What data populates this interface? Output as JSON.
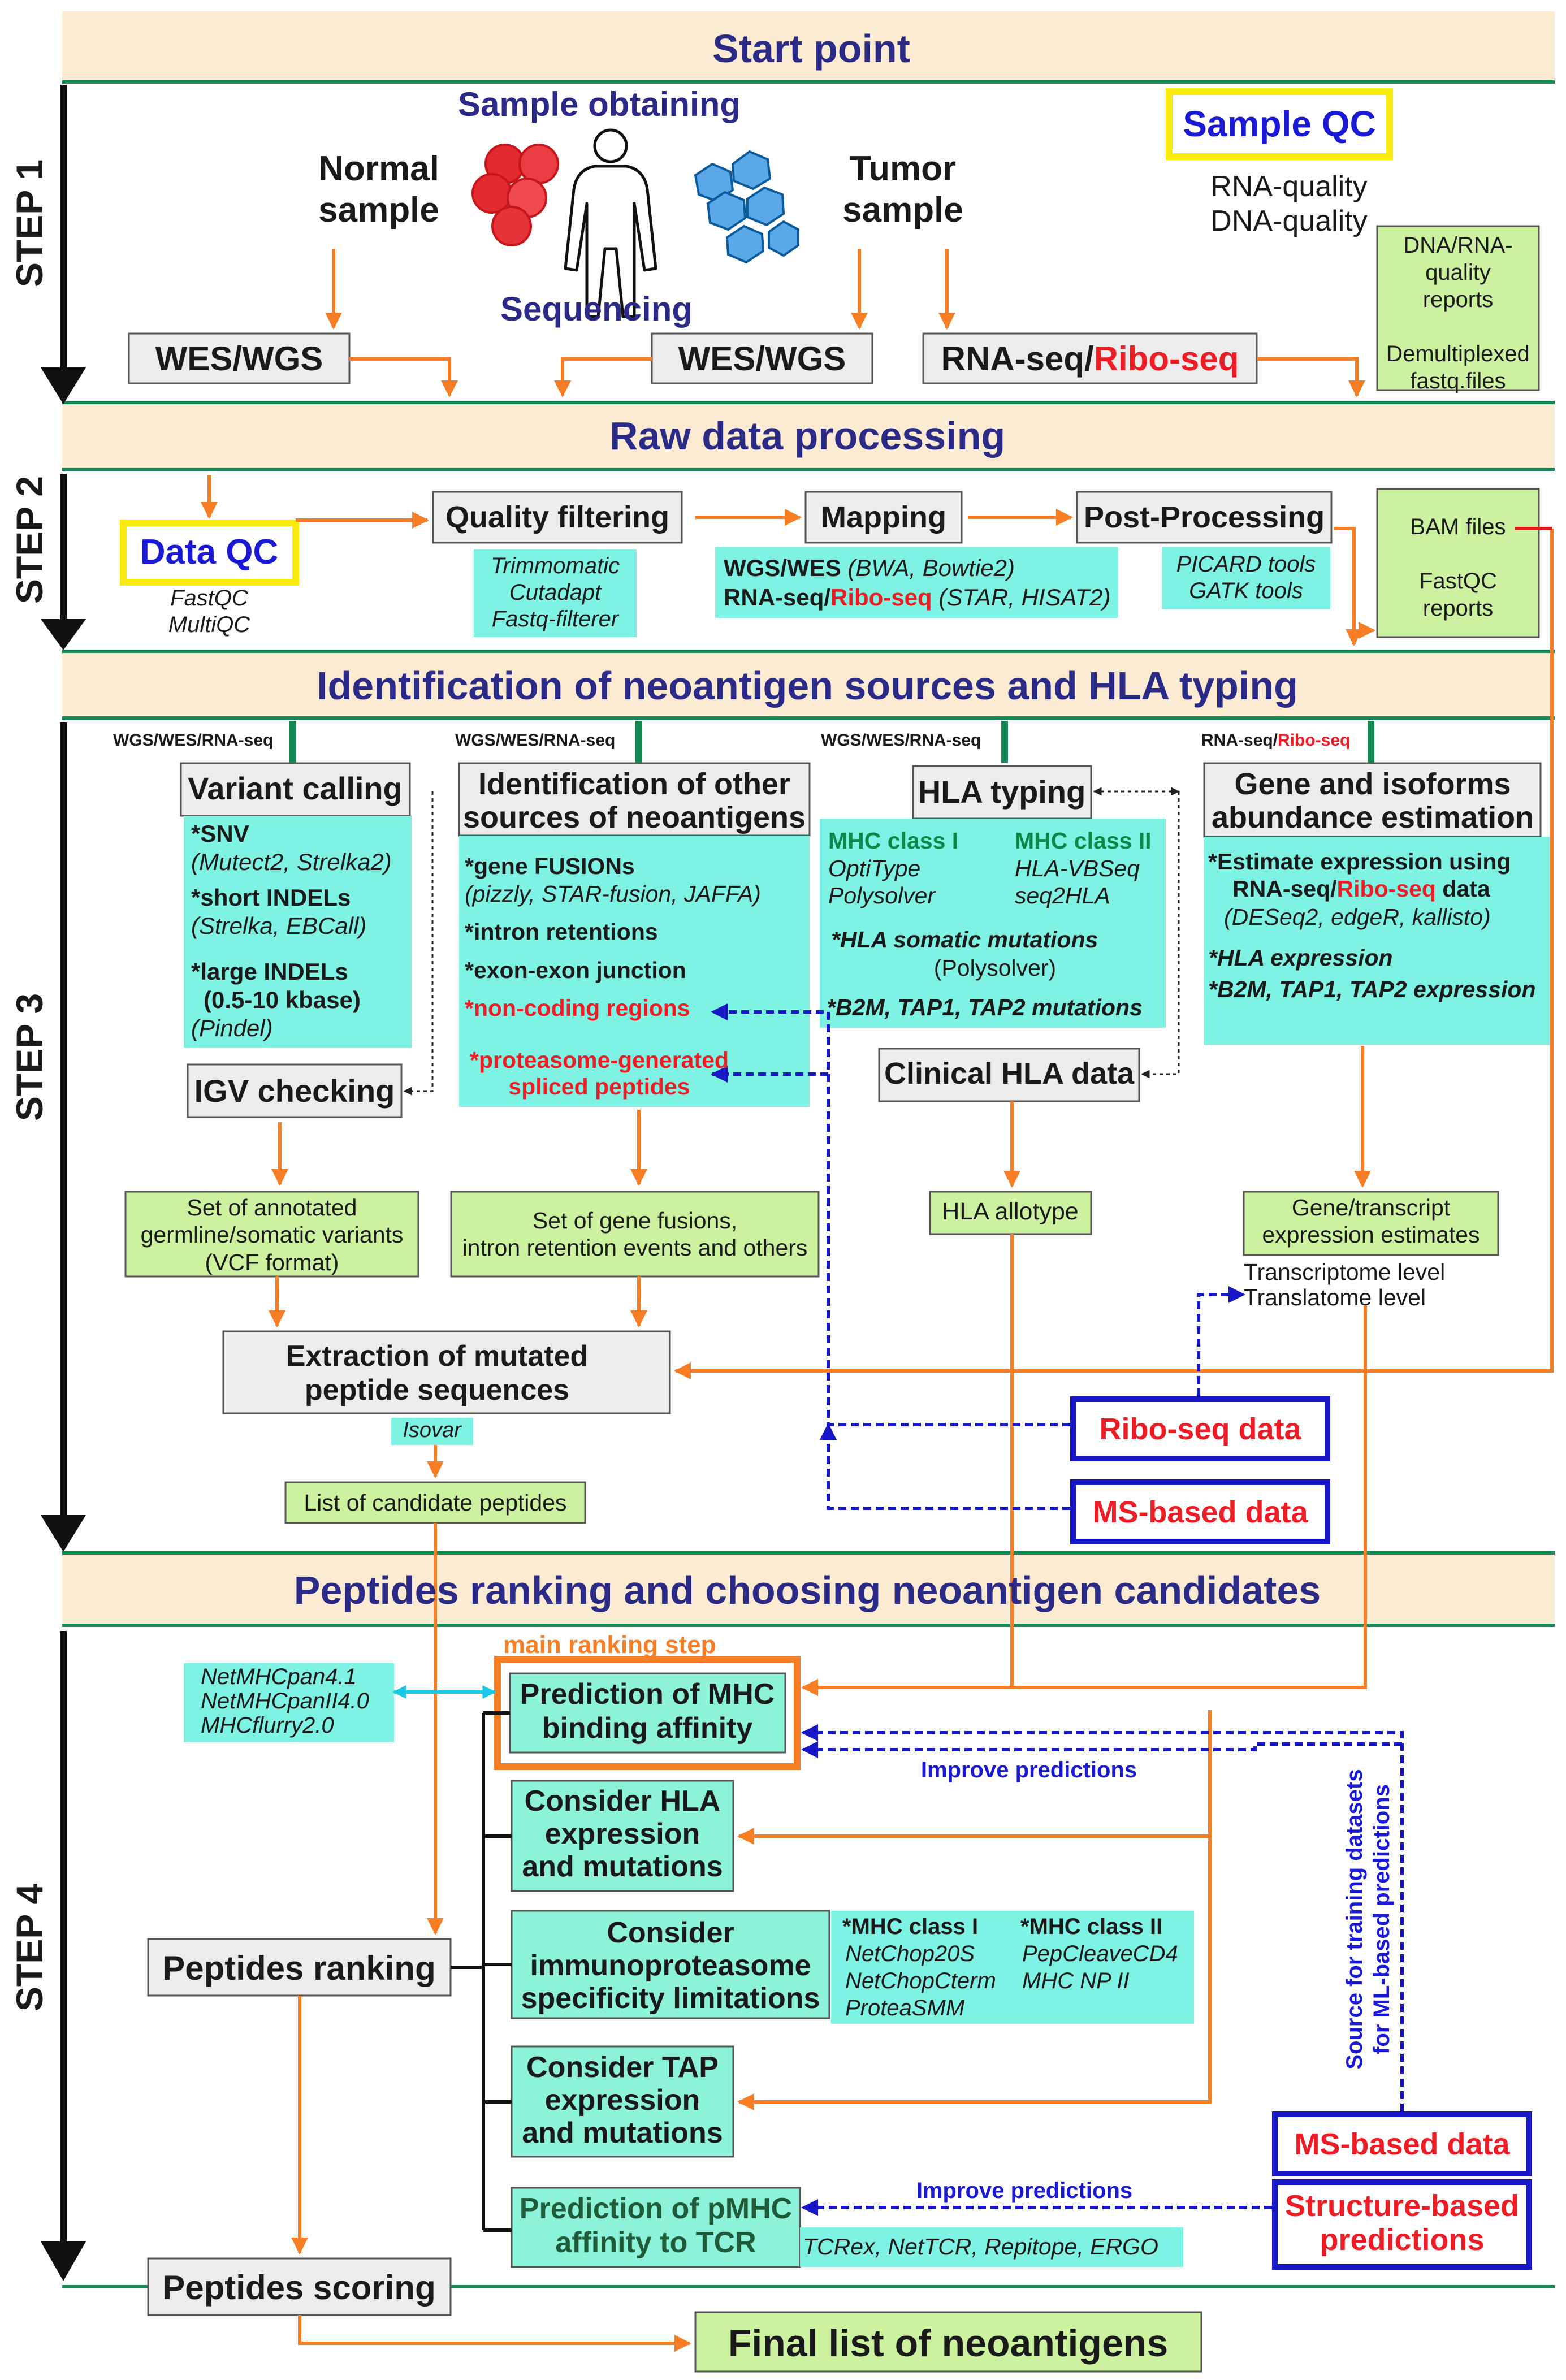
{
  "colors": {
    "orange_arrow": "#f77e24",
    "blue_dashed": "#1717c8",
    "cyan_box": "#7ef2e3",
    "lightgreen_box": "#ccf2a0",
    "gray_box": "#ececec",
    "header_band": "#fbebd3",
    "section_line": "#138a55",
    "title_text": "#2b2a87",
    "highlight_red": "#ee1c25",
    "highlight_blue": "#1a1ad6",
    "qc_yellow": "#f7ea0c"
  },
  "headers": {
    "start": "Start point",
    "raw": "Raw data processing",
    "ident": "Identification of neoantigen sources and HLA typing",
    "rank": "Peptides ranking and choosing neoantigen candidates"
  },
  "steps": [
    "STEP 1",
    "STEP 2",
    "STEP 3",
    "STEP 4"
  ],
  "step1": {
    "sample_obtaining": "Sample obtaining",
    "normal_sample": [
      "Normal",
      "sample"
    ],
    "tumor_sample": [
      "Tumor",
      "sample"
    ],
    "sequencing": "Sequencing",
    "sample_qc": "Sample QC",
    "qualities": [
      "RNA-quality",
      "DNA-quality"
    ],
    "wes_wgs": "WES/WGS",
    "rnaseq": "RNA-seq/",
    "riboseq": "Ribo-seq",
    "output": [
      "DNA/RNA-",
      "quality",
      "reports",
      "",
      "Demultiplexed",
      "fastq.files"
    ],
    "icons": [
      "red-blood-cells-icon",
      "human-body-icon",
      "tumor-cells-icon"
    ]
  },
  "step2": {
    "data_qc": "Data QC",
    "qc_tools": [
      "FastQC",
      "MultiQC"
    ],
    "quality_filtering": "Quality filtering",
    "qf_tools": [
      "Trimmomatic",
      "Cutadapt",
      "Fastq-filterer"
    ],
    "mapping": "Mapping",
    "map_wgs_label": "WGS/WES",
    "map_wgs_tools": "(BWA, Bowtie2)",
    "map_rna_label": "RNA-seq/",
    "map_ribo_label": "Ribo-seq",
    "map_rna_tools": "(STAR, HISAT2)",
    "post_processing": "Post-Processing",
    "pp_tools": [
      "PICARD tools",
      "GATK tools"
    ],
    "output": [
      "BAM files",
      "",
      "FastQC",
      "reports"
    ]
  },
  "step3": {
    "src_a": "WGS/WES/RNA-seq",
    "src_b": "WGS/WES/RNA-seq",
    "src_c": "WGS/WES/RNA-seq",
    "src_d_a": "RNA-seq/",
    "src_d_b": "Ribo-seq",
    "variant_calling": "Variant calling",
    "vc_snv": "*SNV",
    "vc_snv_tools": "(Mutect2, Strelka2)",
    "vc_short": "*short INDELs",
    "vc_short_tools": "(Strelka, EBCall)",
    "vc_large": [
      "*large INDELs",
      "(0.5-10 kbase)"
    ],
    "vc_large_tools": "(Pindel)",
    "igv": "IGV checking",
    "variants_set": [
      "Set of annotated",
      "germline/somatic variants",
      "(VCF format)"
    ],
    "other_sources": [
      "Identification of other",
      "sources of neoantigens"
    ],
    "os_fusions": "*gene FUSIONs",
    "os_fusions_tools": "(pizzly, STAR-fusion, JAFFA)",
    "os_intron": "*intron retentions",
    "os_exon": "*exon-exon junction",
    "os_noncoding": "*non-coding regions",
    "os_proteasome": [
      "*proteasome-generated",
      "spliced peptides"
    ],
    "fusions_set": [
      "Set of gene fusions,",
      "intron retention events and others"
    ],
    "hla_typing": "HLA typing",
    "mhc1": "MHC class I",
    "mhc1_tools": [
      "OptiType",
      "Polysolver"
    ],
    "mhc2": "MHC class II",
    "mhc2_tools": [
      "HLA-VBSeq",
      "seq2HLA"
    ],
    "hla_somatic": "*HLA somatic mutations",
    "hla_somatic_tool": "(Polysolver)",
    "b2m": "*B2M, TAP1, TAP2 mutations",
    "clinical_hla": "Clinical HLA data",
    "hla_allotype": "HLA allotype",
    "gene_iso": [
      "Gene and isoforms",
      "abundance estimation"
    ],
    "ge_estimate": "*Estimate expression using",
    "ge_using_a": "RNA-seq/",
    "ge_using_b": "Ribo-seq",
    "ge_using_c": " data",
    "ge_tools": "(DESeq2, edgeR, kallisto)",
    "ge_hla": "*HLA expression",
    "ge_b2m": "*B2M, TAP1, TAP2 expression",
    "gene_est": [
      "Gene/transcript",
      "expression estimates"
    ],
    "levels": [
      "Transcriptome level",
      "Translatome level"
    ],
    "extraction": [
      "Extraction of  mutated",
      "peptide sequences"
    ],
    "isovar": "Isovar",
    "candidates": "List of candidate peptides",
    "ribo_data": "Ribo-seq data",
    "ms_data": "MS-based data"
  },
  "step4": {
    "main_ranking": "main ranking step",
    "netmhc": [
      "NetMHCpan4.1",
      "NetMHCpanII4.0",
      "MHCflurry2.0"
    ],
    "pred_mhc": [
      "Prediction of MHC",
      "binding affinity"
    ],
    "improve_1": "Improve predictions",
    "improve_2": "Improve predictions",
    "hla_expr": [
      "Consider HLA",
      "expression",
      "and mutations"
    ],
    "immuno": [
      "Consider",
      "immunoproteasome",
      "specificity limitations"
    ],
    "im_c1": "*MHC class I",
    "im_c1_tools": [
      "NetChop20S",
      "NetChopCterm",
      "ProteaSMM"
    ],
    "im_c2": "*MHC class II",
    "im_c2_tools": [
      "PepCleaveCD4",
      "MHC NP II"
    ],
    "tap": [
      "Consider TAP",
      "expression",
      "and mutations"
    ],
    "pmhc": [
      "Prediction of pMHC",
      "affinity to TCR"
    ],
    "tcr_tools": "TCRex, NetTCR, Repitope, ERGO",
    "ranking": "Peptides ranking",
    "scoring": "Peptides scoring",
    "final": "Final list of neoantigens",
    "source_note": [
      "Source for training datasets",
      "for ML-based predictions"
    ],
    "ms_data": "MS-based data",
    "structure": [
      "Structure-based",
      "predictions"
    ]
  }
}
